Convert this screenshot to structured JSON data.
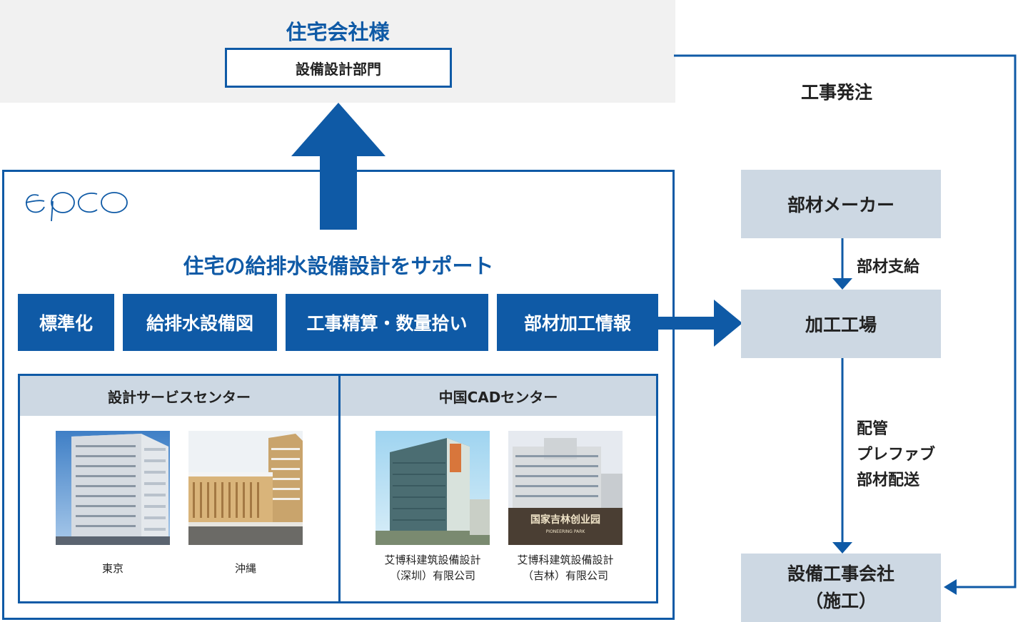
{
  "client": {
    "title": "住宅会社様",
    "department": "設備設計部門"
  },
  "epco": {
    "support_title": "住宅の給排水設備設計をサポート",
    "services": [
      "標準化",
      "給排水設備図",
      "工事精算・数量拾い",
      "部材加工情報"
    ]
  },
  "centers": {
    "design": {
      "title": "設計サービスセンター",
      "locations": [
        {
          "caption": "東京"
        },
        {
          "caption": "沖縄"
        }
      ]
    },
    "china": {
      "title": "中国CADセンター",
      "locations": [
        {
          "caption_line1": "艾博科建筑設備設計",
          "caption_line2": "（深圳）有限公司"
        },
        {
          "caption_line1": "艾博科建筑設備設計",
          "caption_line2": "（吉林）有限公司"
        }
      ],
      "sign_text": "国家吉林创业园",
      "sign_subtext": "PIONEERING PARK"
    }
  },
  "flow": {
    "order_label": "工事発注",
    "maker": "部材メーカー",
    "supply_label": "部材支給",
    "factory": "加工工場",
    "delivery_lines": [
      "配管",
      "プレファブ",
      "部材配送"
    ],
    "contractor_line1": "設備工事会社",
    "contractor_line2": "（施工）"
  },
  "colors": {
    "primary": "#0f5aa6",
    "box_grey": "#cdd8e3",
    "panel_bg": "#f1f1f1"
  }
}
